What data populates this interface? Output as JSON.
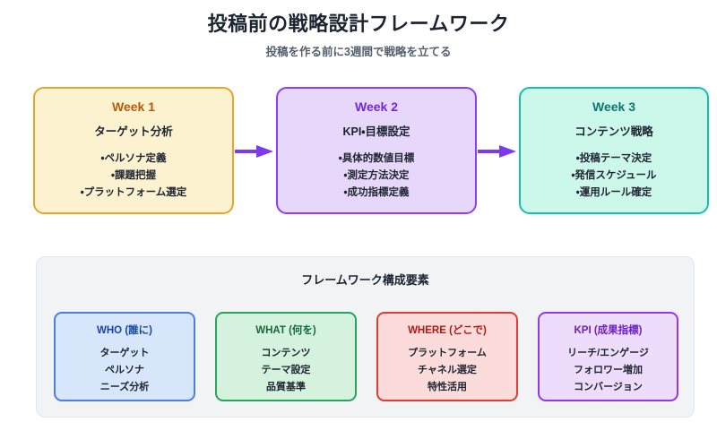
{
  "header": {
    "title": "投稿前の戦略設計フレームワーク",
    "subtitle": "投稿を作る前に3週間で戦略を立てる"
  },
  "weeks": [
    {
      "label": "Week 1",
      "heading": "ターゲット分析",
      "items": [
        "・ペルソナ定義",
        "・課題把握",
        "・プラットフォーム選定"
      ],
      "border_color": "#eba42b",
      "fill_color": "#fcf2cf",
      "label_color": "#b35c09"
    },
    {
      "label": "Week 2",
      "heading": "KPI・目標設定",
      "items": [
        "・具体的数値目標",
        "・測定方法決定",
        "・成功指標定義"
      ],
      "border_color": "#8a3ffc",
      "fill_color": "#e7d7fa",
      "label_color": "#7226e0"
    },
    {
      "label": "Week 3",
      "heading": "コンテンツ戦略",
      "items": [
        "・投稿テーマ決定",
        "・発信スケジュール",
        "・運用ルール確定"
      ],
      "border_color": "#12c0ab",
      "fill_color": "#ccf7eb",
      "label_color": "#0f766e"
    }
  ],
  "arrows": {
    "color": "#7c3aed",
    "glyph": "arrow-right-icon",
    "count": 2
  },
  "panel": {
    "title": "フレームワーク構成要素",
    "background_color": "#f1f3f5",
    "elements": [
      {
        "title": "WHO (誰に)",
        "items": [
          "ターゲット",
          "ペルソナ",
          "ニーズ分析"
        ],
        "border_color": "#4a7fe0",
        "fill_color": "#d7e6fb",
        "title_color": "#1746a2"
      },
      {
        "title": "WHAT (何を)",
        "items": [
          "コンテンツ",
          "テーマ設定",
          "品質基準"
        ],
        "border_color": "#27a35c",
        "fill_color": "#d4f2dd",
        "title_color": "#14693b"
      },
      {
        "title": "WHERE (どこで)",
        "items": [
          "プラットフォーム",
          "チャネル選定",
          "特性活用"
        ],
        "border_color": "#e03b35",
        "fill_color": "#fbdcdb",
        "title_color": "#b01a16"
      },
      {
        "title": "KPI (成果指標)",
        "items": [
          "リーチ/エンゲージ",
          "フォロワー増加",
          "コンバージョン"
        ],
        "border_color": "#9437e8",
        "fill_color": "#eddcfb",
        "title_color": "#6b21c4"
      }
    ]
  }
}
